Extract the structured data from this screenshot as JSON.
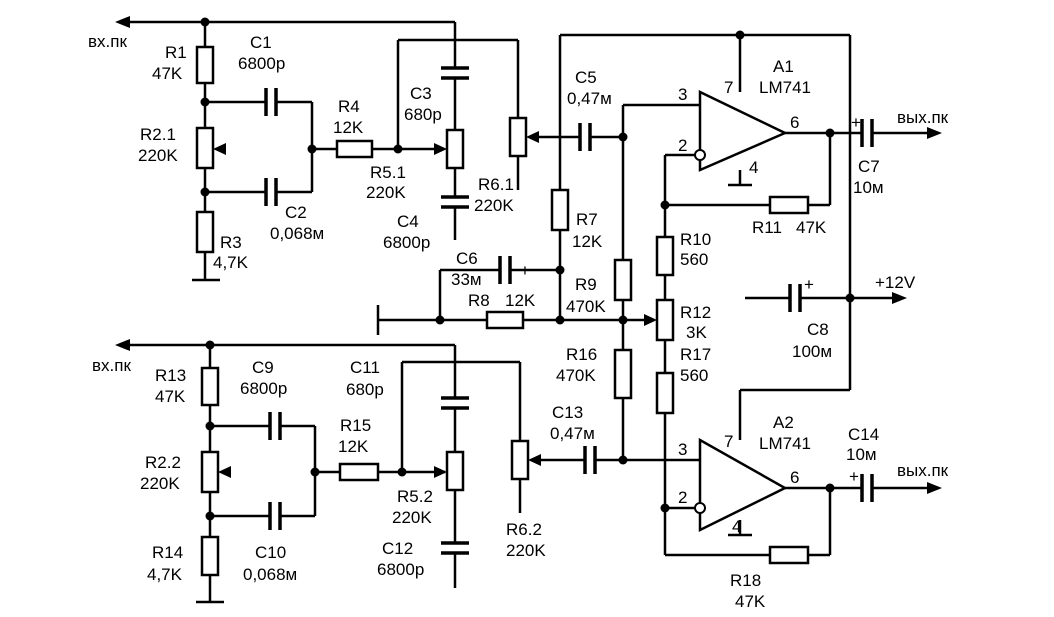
{
  "ports": {
    "in_top": "вх.пк",
    "in_bottom": "вх.пк",
    "out_top": "вых.пк",
    "out_bottom": "вых.пк",
    "supply": "+12V"
  },
  "opamps": {
    "a1": {
      "name": "A1",
      "type": "LM741",
      "pin_plus": "3",
      "pin_minus": "2",
      "pin_supply": "7",
      "pin_gnd": "4",
      "pin_out": "6"
    },
    "a2": {
      "name": "A2",
      "type": "LM741",
      "pin_plus": "3",
      "pin_minus": "2",
      "pin_supply": "7",
      "pin_gnd": "4",
      "pin_out": "6"
    }
  },
  "components": {
    "r1": {
      "ref": "R1",
      "value": "47K"
    },
    "r2_1": {
      "ref": "R2.1",
      "value": "220K"
    },
    "r3": {
      "ref": "R3",
      "value": "4,7K"
    },
    "c1": {
      "ref": "C1",
      "value": "6800p"
    },
    "c2": {
      "ref": "C2",
      "value": "0,068м"
    },
    "r4": {
      "ref": "R4",
      "value": "12K"
    },
    "c3": {
      "ref": "C3",
      "value": "680p"
    },
    "r5_1": {
      "ref": "R5.1",
      "value": "220K"
    },
    "c4": {
      "ref": "C4",
      "value": "6800p"
    },
    "r6_1": {
      "ref": "R6.1",
      "value": "220K"
    },
    "c5": {
      "ref": "C5",
      "value": "0,47м"
    },
    "c6": {
      "ref": "C6",
      "value": "33м"
    },
    "r7": {
      "ref": "R7",
      "value": "12K"
    },
    "r8": {
      "ref": "R8",
      "value": "12K"
    },
    "r9": {
      "ref": "R9",
      "value": "470K"
    },
    "r10": {
      "ref": "R10",
      "value": "560"
    },
    "r11": {
      "ref": "R11",
      "value": "47K"
    },
    "r12": {
      "ref": "R12",
      "value": "3K"
    },
    "c7": {
      "ref": "C7",
      "value": "10м"
    },
    "c8": {
      "ref": "C8",
      "value": "100м"
    },
    "r13": {
      "ref": "R13",
      "value": "47K"
    },
    "r2_2": {
      "ref": "R2.2",
      "value": "220K"
    },
    "r14": {
      "ref": "R14",
      "value": "4,7K"
    },
    "c9": {
      "ref": "C9",
      "value": "6800p"
    },
    "c10": {
      "ref": "C10",
      "value": "0,068м"
    },
    "r15": {
      "ref": "R15",
      "value": "12K"
    },
    "c11": {
      "ref": "C11",
      "value": "680p"
    },
    "r5_2": {
      "ref": "R5.2",
      "value": "220K"
    },
    "c12": {
      "ref": "C12",
      "value": "6800p"
    },
    "r6_2": {
      "ref": "R6.2",
      "value": "220K"
    },
    "c13": {
      "ref": "C13",
      "value": "0,47м"
    },
    "r16": {
      "ref": "R16",
      "value": "470K"
    },
    "r17": {
      "ref": "R17",
      "value": "560"
    },
    "c14": {
      "ref": "C14",
      "value": "10м"
    },
    "r18": {
      "ref": "R18",
      "value": "47K"
    }
  },
  "polarity_mark": "+"
}
